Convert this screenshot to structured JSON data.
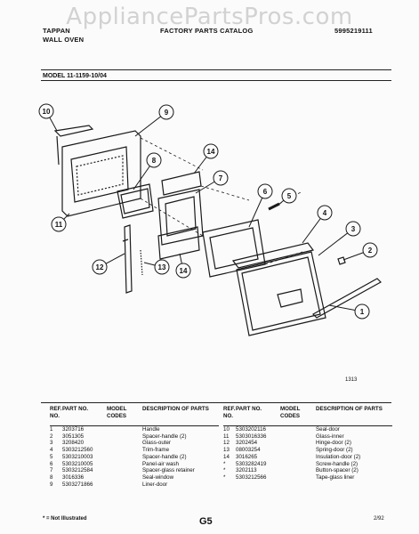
{
  "watermark": "AppliancePartsPros.com",
  "header": {
    "brand": "TAPPAN",
    "product": "WALL OVEN",
    "catalog_title": "FACTORY PARTS CATALOG",
    "catalog_number": "5995219111"
  },
  "model": "MODEL 11-1159-10/04",
  "figure_code": "1313",
  "callouts": [
    "1",
    "2",
    "3",
    "4",
    "5",
    "6",
    "7",
    "8",
    "9",
    "10",
    "11",
    "12",
    "13",
    "14",
    "14"
  ],
  "table": {
    "headers": {
      "ref": "REF. NO.",
      "part": "PART NO.",
      "code": "MODEL CODES",
      "desc": "DESCRIPTION OF PARTS"
    },
    "left_rows": [
      {
        "ref": "1",
        "part": "3203716",
        "code": "",
        "desc": "Handle"
      },
      {
        "ref": "2",
        "part": "3051305",
        "code": "",
        "desc": "Spacer-handle (2)"
      },
      {
        "ref": "3",
        "part": "3208420",
        "code": "",
        "desc": "Glass-outer"
      },
      {
        "ref": "4",
        "part": "5303212560",
        "code": "",
        "desc": "Trim-frame"
      },
      {
        "ref": "5",
        "part": "5303210003",
        "code": "",
        "desc": "Spacer-handle (2)"
      },
      {
        "ref": "6",
        "part": "5303210005",
        "code": "",
        "desc": "Panel-air wash"
      },
      {
        "ref": "7",
        "part": "5303212584",
        "code": "",
        "desc": "Spacer-glass retainer"
      },
      {
        "ref": "8",
        "part": "3016336",
        "code": "",
        "desc": "Seal-window"
      },
      {
        "ref": "9",
        "part": "5303271866",
        "code": "",
        "desc": "Liner-door"
      }
    ],
    "right_rows": [
      {
        "ref": "10",
        "part": "5303202116",
        "code": "",
        "desc": "Seal-door"
      },
      {
        "ref": "11",
        "part": "5303016336",
        "code": "",
        "desc": "Glass-inner"
      },
      {
        "ref": "12",
        "part": "3202454",
        "code": "",
        "desc": "Hinge-door (2)"
      },
      {
        "ref": "13",
        "part": "08003254",
        "code": "",
        "desc": "Spring-door (2)"
      },
      {
        "ref": "14",
        "part": "3016265",
        "code": "",
        "desc": "Insulation-door (2)"
      },
      {
        "ref": "*",
        "part": "5303282419",
        "code": "",
        "desc": "Screw-handle (2)"
      },
      {
        "ref": "*",
        "part": "3202113",
        "code": "",
        "desc": "Button-spacer (2)"
      },
      {
        "ref": "*",
        "part": "5303212566",
        "code": "",
        "desc": "Tape-glass liner"
      }
    ]
  },
  "footer": {
    "footnote": "* = Not Illustrated",
    "page": "G5",
    "date": "2/92"
  }
}
